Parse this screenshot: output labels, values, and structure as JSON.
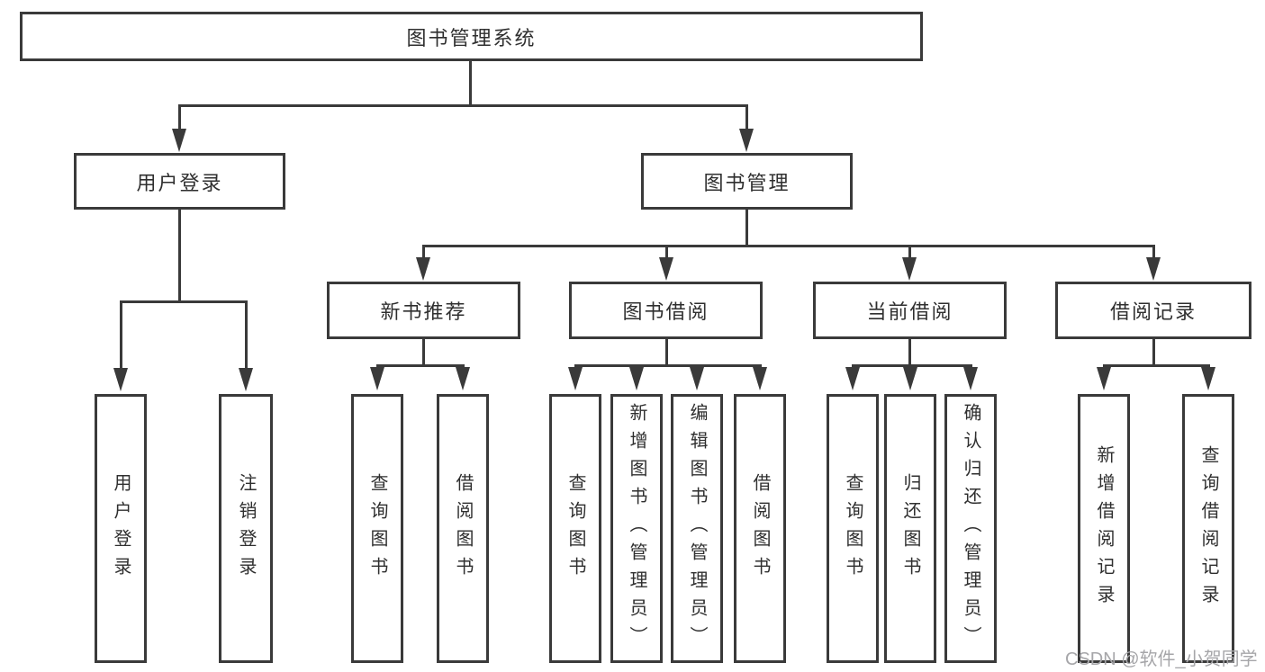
{
  "nodes": {
    "root": {
      "label": "图书管理系统"
    },
    "level2": [
      {
        "label": "用户登录"
      },
      {
        "label": "图书管理"
      }
    ],
    "level3": [
      {
        "label": "新书推荐"
      },
      {
        "label": "图书借阅"
      },
      {
        "label": "当前借阅"
      },
      {
        "label": "借阅记录"
      }
    ],
    "leaves_user_login": [
      {
        "label": "用户登录"
      },
      {
        "label": "注销登录"
      }
    ],
    "leaves_new_books": [
      {
        "label": "查询图书"
      },
      {
        "label": "借阅图书"
      }
    ],
    "leaves_book_borrow": [
      {
        "label": "查询图书"
      },
      {
        "label": "新增图书（管理员）"
      },
      {
        "label": "编辑图书（管理员）"
      },
      {
        "label": "借阅图书"
      }
    ],
    "leaves_current_borrow": [
      {
        "label": "查询图书"
      },
      {
        "label": "归还图书"
      },
      {
        "label": "确认归还（管理员）"
      }
    ],
    "leaves_borrow_records": [
      {
        "label": "新增借阅记录"
      },
      {
        "label": "查询借阅记录"
      }
    ]
  },
  "watermark": {
    "text": "CSDN @软件_小贺同学"
  },
  "colors": {
    "line": "#3a3a3a",
    "text": "#2f2f2f",
    "watermark": "#a6a6a9",
    "background": "#ffffff"
  }
}
